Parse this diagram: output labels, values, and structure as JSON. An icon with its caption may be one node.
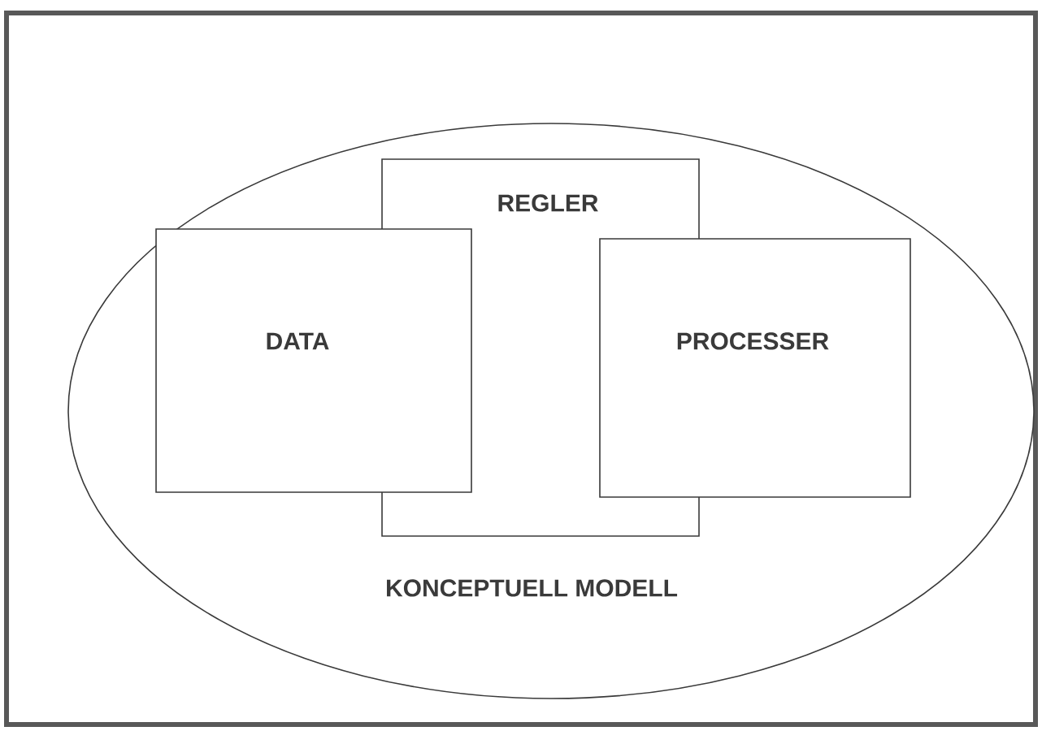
{
  "diagram": {
    "nodes": [
      {
        "text": [
          "KONCEPTUELL MODELL"
        ]
      },
      {
        "text": [
          "DATA"
        ],
        "in": 0
      },
      {
        "text": [
          "REGLER"
        ],
        "in": 0
      },
      {
        "text": [
          "PROCESSER"
        ],
        "in": 0
      }
    ]
  }
}
